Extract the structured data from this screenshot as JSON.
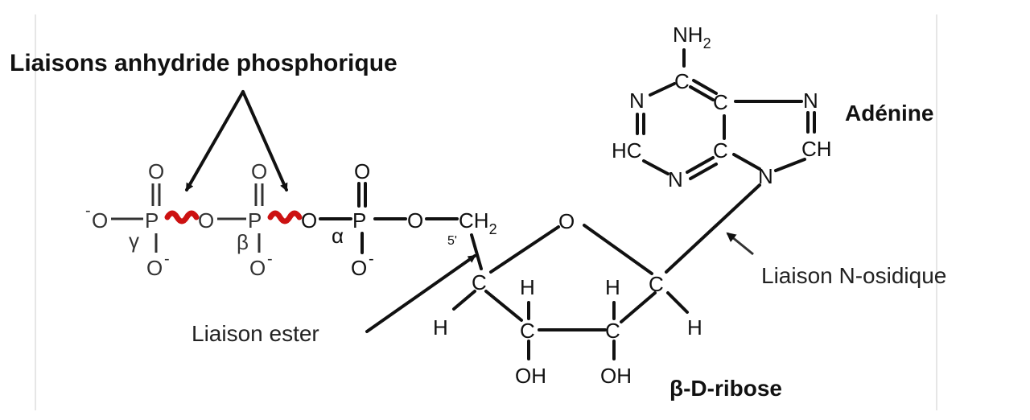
{
  "labels": {
    "anhydride": "Liaisons anhydride phosphorique",
    "adenine": "Adénine",
    "ribose": "β-D-ribose",
    "ester": "Liaison ester",
    "n_osidique": "Liaison N-osidique"
  },
  "phosphate": {
    "gamma": "γ",
    "beta": "β",
    "alpha": "α",
    "O": "O",
    "O_minus": "O",
    "minus": "-",
    "P": "P",
    "CH": "CH",
    "sub2": "2",
    "five_prime": "5'"
  },
  "adenine_atoms": {
    "NH": "NH",
    "sub2": "2",
    "C": "C",
    "N": "N",
    "HC": "HC",
    "CH": "CH"
  },
  "ribose_atoms": {
    "O": "O",
    "C": "C",
    "H": "H",
    "OH": "OH"
  },
  "colors": {
    "anhydride_wave": "#cc1111",
    "text": "#111111"
  }
}
